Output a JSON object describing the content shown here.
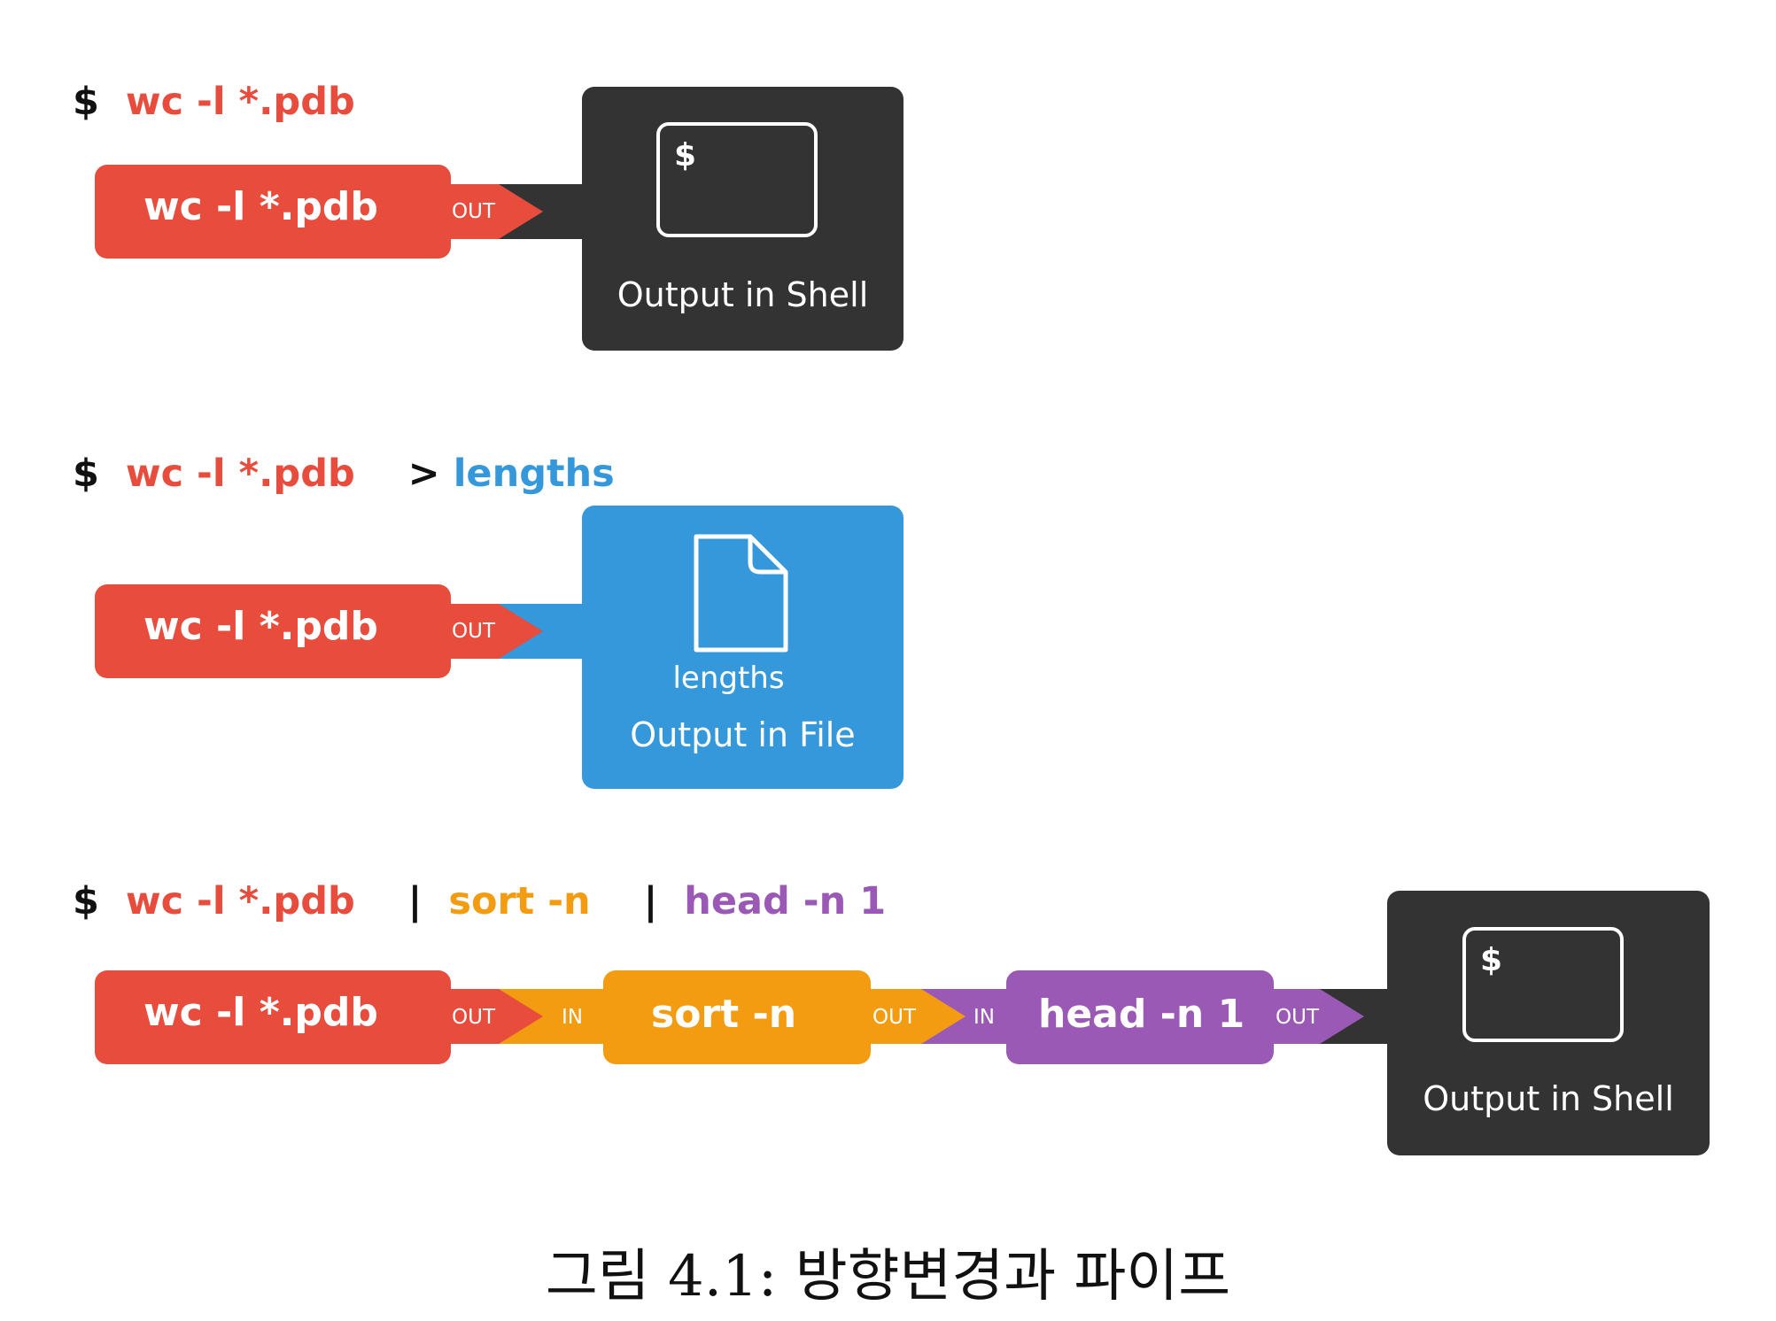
{
  "prompt": "$",
  "rows": [
    {
      "command": "wc -l *.pdb",
      "block_label": "wc -l *.pdb",
      "out_label": "OUT",
      "panel": {
        "prompt": "$",
        "label": "Output in Shell"
      }
    },
    {
      "command": "wc -l *.pdb",
      "redirect_op": ">",
      "redirect_target": "lengths",
      "block_label": "wc -l *.pdb",
      "out_label": "OUT",
      "panel": {
        "file_name": "lengths",
        "label": "Output in File"
      }
    },
    {
      "command": "wc -l *.pdb",
      "pipe1": "|",
      "cmd2": "sort -n",
      "pipe2": "|",
      "cmd3": "head -n 1",
      "blocks": [
        {
          "label": "wc -l *.pdb",
          "out_label": "OUT"
        },
        {
          "label": "sort -n",
          "in_label": "IN",
          "out_label": "OUT"
        },
        {
          "label": "head -n 1",
          "in_label": "IN",
          "out_label": "OUT"
        }
      ],
      "panel": {
        "prompt": "$",
        "label": "Output in Shell"
      }
    }
  ],
  "caption": "그림 4.1: 방향변경과 파이프",
  "colors": {
    "red": "#e74c3c",
    "blue": "#3498db",
    "orange": "#f39c12",
    "purple": "#9b59b6",
    "dark": "#333333"
  },
  "icons": [
    "terminal-icon",
    "document-icon"
  ]
}
